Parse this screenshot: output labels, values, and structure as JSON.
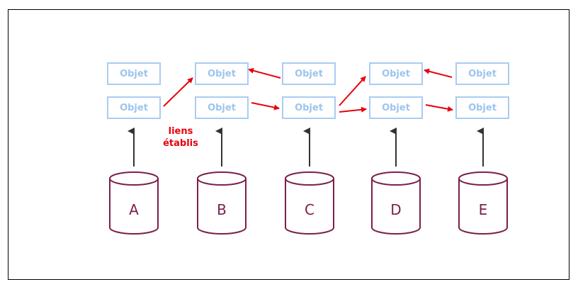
{
  "object_label": "Objet",
  "links_label_line1": "liens",
  "links_label_line2": "établis",
  "databases": [
    "A",
    "B",
    "C",
    "D",
    "E"
  ],
  "colors": {
    "object_border": "#a9ccf2",
    "object_text": "#9cc4ee",
    "link_arrow": "#e8000b",
    "db_stroke": "#7a1f4a",
    "up_arrow": "#333333"
  }
}
